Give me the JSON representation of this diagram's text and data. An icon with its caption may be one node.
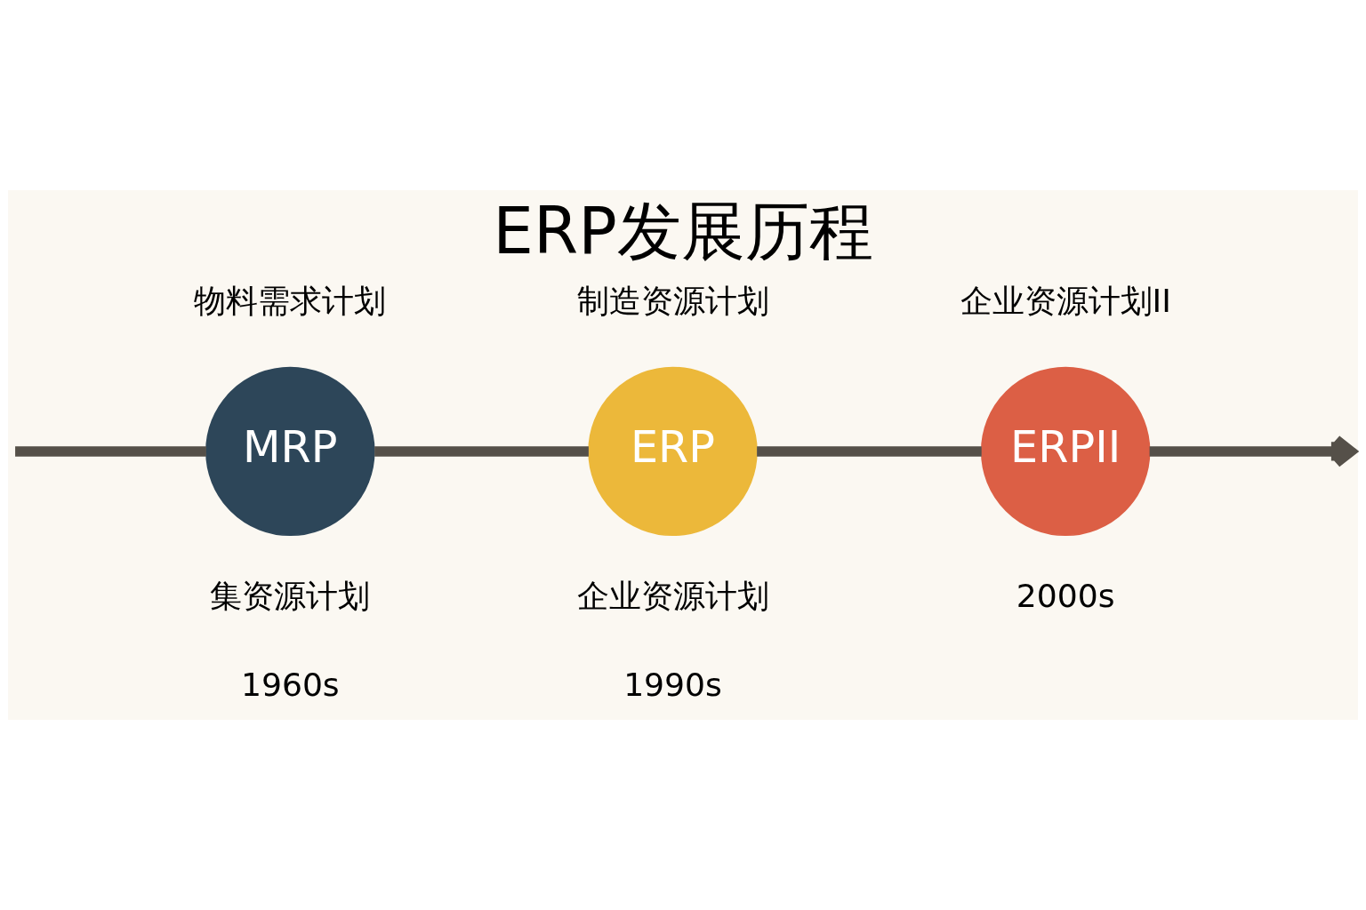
{
  "diagram": {
    "title": "ERP发展历程",
    "nodes": [
      {
        "text": [
          "MRP"
        ],
        "beside": [
          "物料需求计划",
          "集资源计划",
          "1960s"
        ]
      },
      {
        "text": [
          "ERP"
        ],
        "beside": [
          "制造资源计划",
          "企业资源计划",
          "1990s"
        ]
      },
      {
        "text": [
          "ERPII"
        ],
        "beside": [
          "企业资源计划II",
          "2000s"
        ]
      }
    ],
    "edges": [
      {
        "from": null,
        "to": 0,
        "arrow": "none"
      },
      {
        "from": 0,
        "to": 1,
        "arrow": "none"
      },
      {
        "from": 1,
        "to": 2,
        "arrow": "none"
      },
      {
        "from": 2,
        "to": null,
        "arrow": "to"
      }
    ]
  }
}
